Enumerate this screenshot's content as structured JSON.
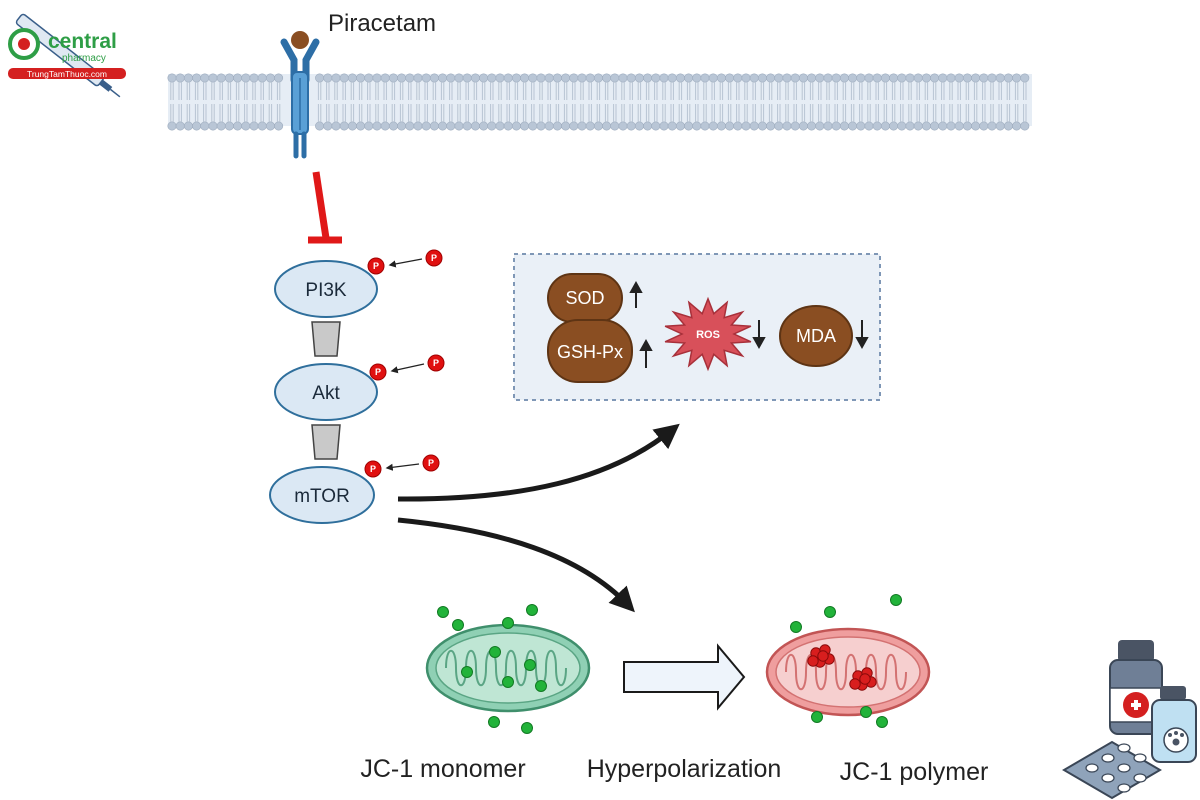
{
  "ligand": {
    "label": "Piracetam"
  },
  "pathway": {
    "nodes": [
      {
        "id": "pi3k",
        "label": "PI3K"
      },
      {
        "id": "akt",
        "label": "Akt"
      },
      {
        "id": "mtor",
        "label": "mTOR"
      }
    ],
    "phospho_label": "P"
  },
  "oxidative_box": {
    "markers": [
      {
        "id": "sod",
        "label": "SOD",
        "change": "up"
      },
      {
        "id": "gshpx",
        "label": "GSH-Px",
        "change": "up"
      },
      {
        "id": "ros",
        "label": "ROS",
        "change": "down"
      },
      {
        "id": "mda",
        "label": "MDA",
        "change": "down"
      }
    ]
  },
  "mitochondria": {
    "left_label": "JC-1 monomer",
    "middle_label": "Hyperpolarization",
    "right_label": "JC-1 polymer"
  },
  "watermark": {
    "brand": "central",
    "sub": "pharmacy",
    "site": "TrungTamThuoc.com"
  },
  "colors": {
    "inhibit": "#e01818",
    "node_fill": "#dbe8f4",
    "node_stroke": "#2f6f9c",
    "protein": "#8a4e22",
    "ros": "#d8505a",
    "phospho": "#e01010",
    "jc1_green": "#22b33a",
    "jc1_red": "#d81e1e",
    "mito_green": "#7cc1a4",
    "mito_red": "#e89a9a"
  }
}
